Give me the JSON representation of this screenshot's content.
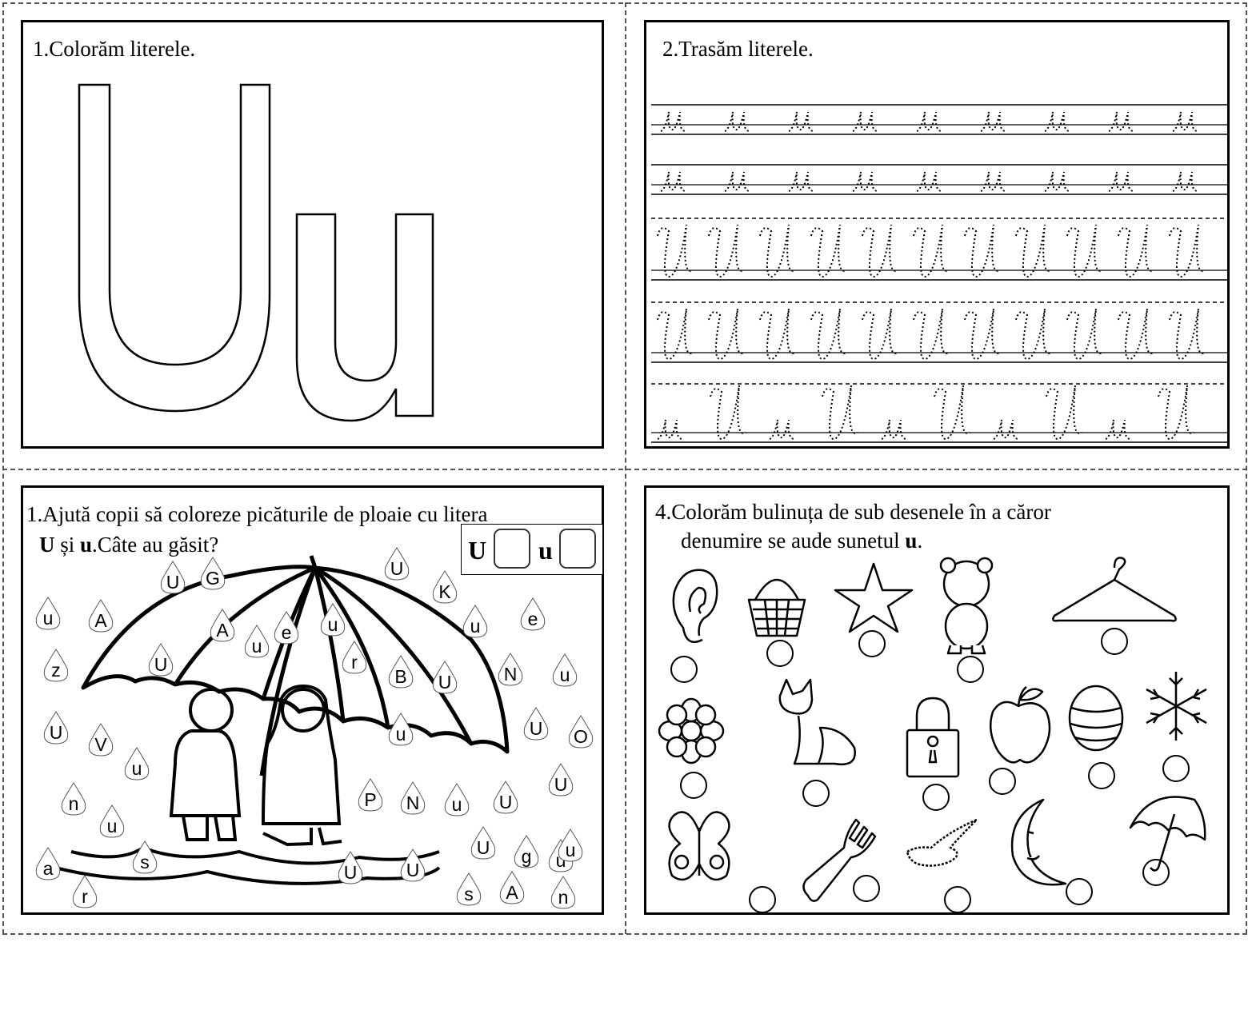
{
  "panels": {
    "coloring": {
      "title": "1.Colorăm literele.",
      "big_upper": "U",
      "big_lower": "u"
    },
    "tracing": {
      "title": "2.Trasăm literele."
    },
    "raindrops": {
      "title_line1": "1.Ajută copii să coloreze picăturile de ploaie cu litera",
      "title_line2_bold1": "U",
      "title_line2_mid": " și ",
      "title_line2_bold2": "u",
      "title_line2_end": ".Câte au găsit?",
      "count_upper": "U",
      "count_lower": "u",
      "drops": [
        "U",
        "G",
        "U",
        "K",
        "u",
        "A",
        "A",
        "e",
        "u",
        "u",
        "e",
        "z",
        "U",
        "u",
        "r",
        "B",
        "U",
        "N",
        "u",
        "U",
        "V",
        "u",
        "U",
        "O",
        "u",
        "U",
        "n",
        "u",
        "P",
        "N",
        "u",
        "U",
        "U",
        "u",
        "s",
        "a",
        "U",
        "g",
        "u",
        "r",
        "U",
        "s",
        "A",
        "n"
      ]
    },
    "sounds": {
      "title_line1": "4.Colorăm bulinuța de sub desenele în a căror",
      "title_line2": "denumire se aude sunetul ",
      "title_line2_bold": "u",
      "title_line2_end": ".",
      "pictures": [
        "ear-icon",
        "basket-icon",
        "star-icon",
        "bear-icon",
        "hanger-icon",
        "flower-icon",
        "fox-icon",
        "padlock-icon",
        "apple-icon",
        "egg-icon",
        "snowflake-icon",
        "butterfly-icon",
        "fork-icon",
        "bird-icon",
        "moon-icon",
        "umbrella-icon"
      ]
    }
  }
}
